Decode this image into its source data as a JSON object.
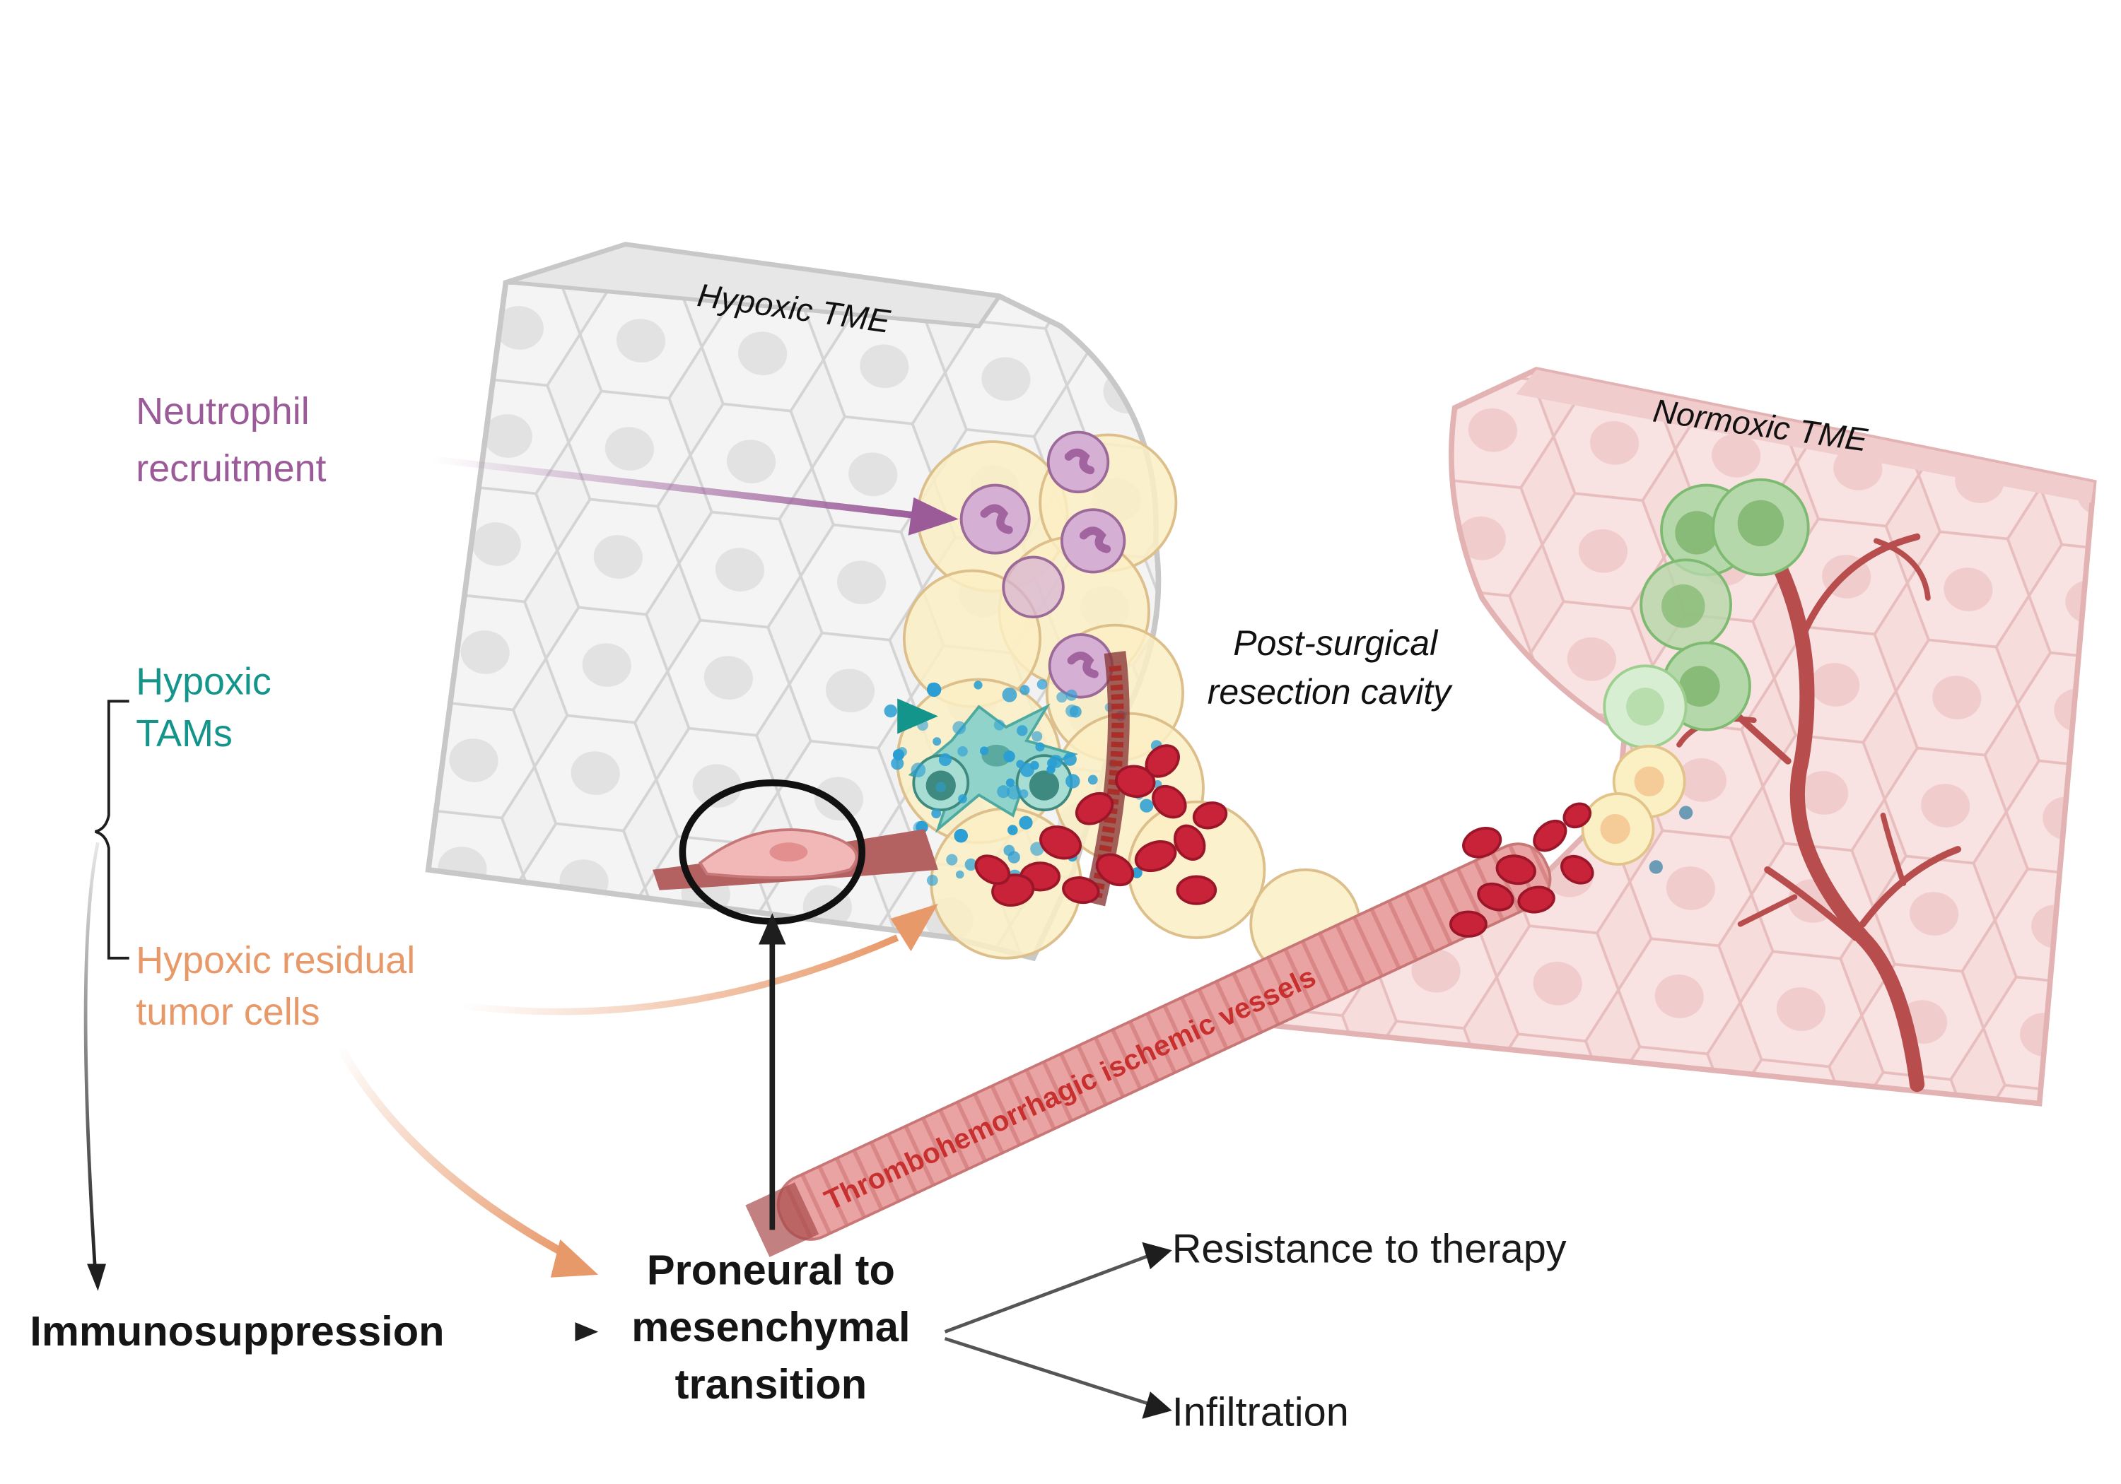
{
  "figure": {
    "regions": {
      "hypoxic_tme": "Hypoxic TME",
      "normoxic_tme": "Normoxic TME",
      "cavity_line1": "Post-surgical",
      "cavity_line2": "resection cavity",
      "vessels": "Thrombohemorrhagic ischemic vessels"
    },
    "drivers": {
      "neutrophil_line1": "Neutrophil",
      "neutrophil_line2": "recruitment",
      "tams_line1": "Hypoxic",
      "tams_line2": "TAMs",
      "tumor_line1": "Hypoxic residual",
      "tumor_line2": "tumor cells"
    },
    "outcomes": {
      "immunosuppression": "Immunosuppression",
      "pmt_line1": "Proneural to",
      "pmt_line2": "mesenchymal",
      "pmt_line3": "transition",
      "resistance": "Resistance to therapy",
      "infiltration": "Infiltration"
    },
    "colors": {
      "neutrophil": "#9b5b99",
      "tams": "#14958b",
      "tumor": "#e8996a",
      "hypoxic_tissue": "#f0f0f0",
      "normoxic_tissue": "#f8dede",
      "vessel": "#b84d4d",
      "vessel_text": "#c7302e",
      "arrow": "#1e1e1e"
    }
  }
}
